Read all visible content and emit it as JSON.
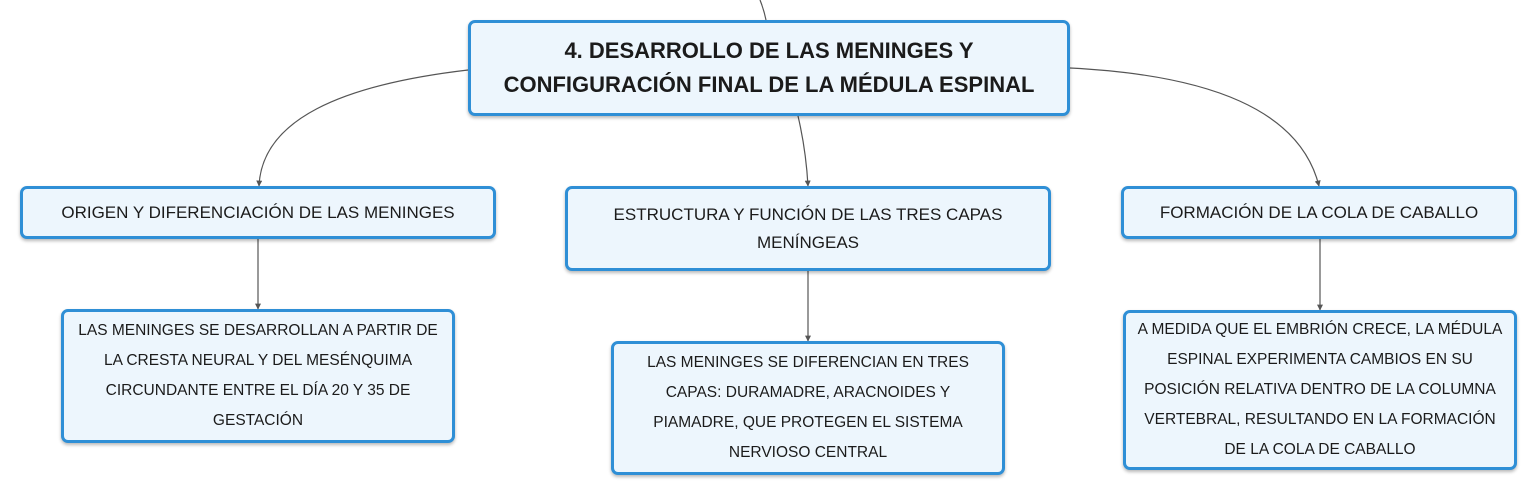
{
  "root": {
    "line1": "4. DESARROLLO DE LAS MENINGES Y",
    "line2": "CONFIGURACIÓN FINAL DE LA MÉDULA ESPINAL"
  },
  "topics": [
    {
      "text": "ORIGEN Y DIFERENCIACIÓN DE LAS MENINGES",
      "detail": "LAS MENINGES SE DESARROLLAN A PARTIR DE LA CRESTA NEURAL Y DEL MESÉNQUIMA CIRCUNDANTE ENTRE EL DÍA 20 Y 35 DE GESTACIÓN"
    },
    {
      "text": "ESTRUCTURA Y FUNCIÓN DE LAS TRES CAPAS MENÍNGEAS",
      "detail": "LAS MENINGES SE DIFERENCIAN EN TRES CAPAS: DURAMADRE, ARACNOIDES Y PIAMADRE, QUE PROTEGEN EL SISTEMA NERVIOSO CENTRAL"
    },
    {
      "text": "FORMACIÓN DE LA COLA DE CABALLO",
      "detail": "A MEDIDA QUE EL EMBRIÓN CRECE, LA MÉDULA ESPINAL EXPERIMENTA CAMBIOS EN SU POSICIÓN RELATIVA DENTRO DE LA COLUMNA VERTEBRAL, RESULTANDO EN LA FORMACIÓN DE LA COLA DE CABALLO"
    }
  ],
  "colors": {
    "border": "#2f8fd6",
    "fill": "#edf6fd",
    "connector": "#555555"
  }
}
